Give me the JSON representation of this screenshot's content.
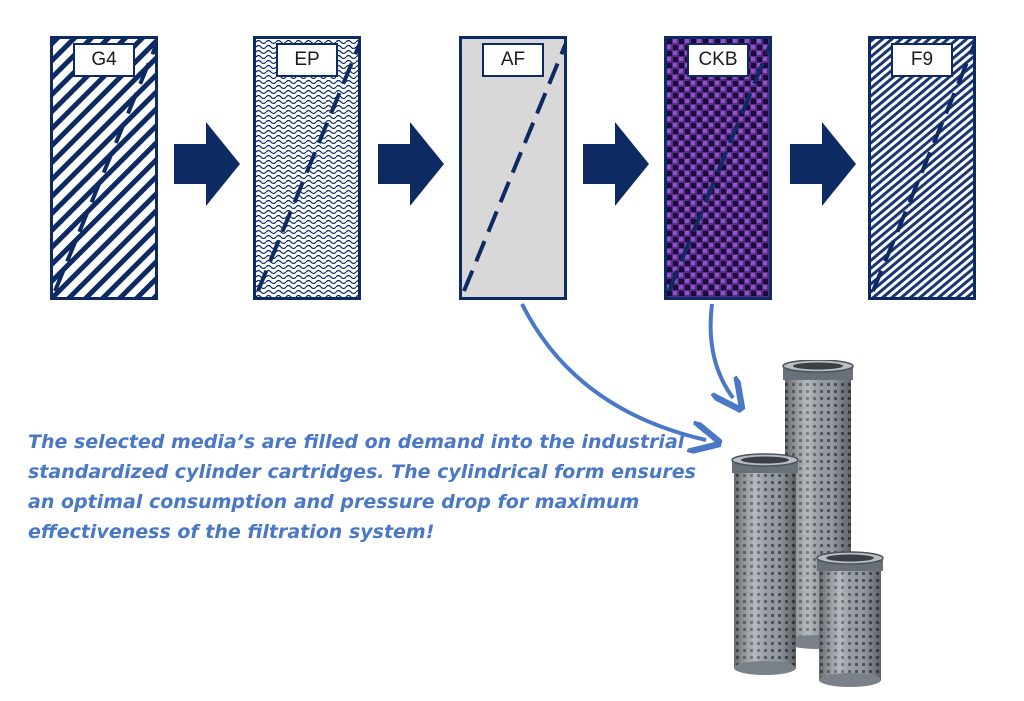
{
  "stages": [
    {
      "label": "G4",
      "pattern": "diagonal-stripes"
    },
    {
      "label": "EP",
      "pattern": "wavy-dots"
    },
    {
      "label": "AF",
      "pattern": "solid-grey"
    },
    {
      "label": "CKB",
      "pattern": "purple-checker"
    },
    {
      "label": "F9",
      "pattern": "fine-crosshatch"
    }
  ],
  "caption": "The selected media’s are filled on demand into the industrial standardized cylinder cartridges. The cylindrical form ensures an optimal consumption and pressure drop for maximum effectiveness of the filtration system!",
  "colors": {
    "border": "#0d2a63",
    "arrow": "#0d2a63",
    "connector": "#4a78c6",
    "caption": "#4a78c6",
    "af_fill": "#d8d8d8",
    "ckb_fill": "#5a2a86"
  },
  "icons": {
    "flow_arrow": "right-block-arrow-icon",
    "cartridge": "cylinder-cartridge-icon"
  }
}
